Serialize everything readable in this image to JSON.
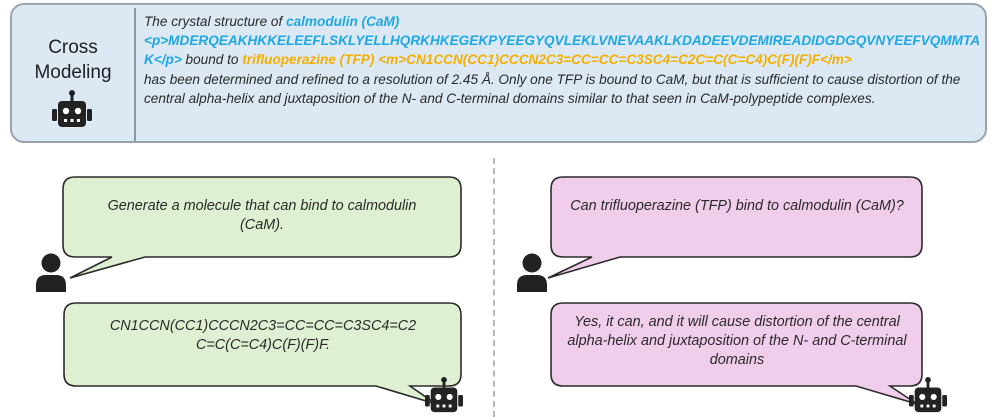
{
  "top_panel": {
    "label_line1": "Cross",
    "label_line2": "Modeling",
    "text_intro": "The crystal structure of ",
    "protein_name": "calmodulin (CaM)",
    "protein_sequence": "<p>MDERQEAKHKKELEEFLSKLYELLHQRKHKEGEKPYEEGYQVLEKLVNEVAAKLKDADEEVDEMIREADIDGDGQVNYEEFVQMMTAK</p>",
    "text_bound": " bound to ",
    "drug_name": "trifluoperazine (TFP)",
    "drug_smiles": "<m>CN1CCN(CC1)CCCN2C3=CC=CC=C3SC4=C2C=C(C=C4)C(F)(F)F</m>",
    "text_rest": "has been determined and refined to a resolution of 2.45 Å. Only one TFP is bound to CaM, but that is sufficient to cause distortion of the central alpha-helix and juxtaposition of the N- and C-terminal domains similar to that seen in CaM-polypeptide complexes."
  },
  "left_panel": {
    "user_message": "Generate a molecule that can bind to calmodulin (CaM).",
    "bot_message": "CN1CCN(CC1)CCCN2C3=CC=CC=C3SC4=C2 C=C(C=C4)C(F)(F)F."
  },
  "right_panel": {
    "user_message": "Can trifluoperazine (TFP) bind to calmodulin (CaM)?",
    "bot_message": "Yes, it can, and it will cause distortion of the central alpha-helix and juxtaposition of the N- and C-terminal domains"
  },
  "colors": {
    "top_panel_bg": "#dce8f4",
    "left_bubble_fill": "#dff0d2",
    "right_bubble_fill": "#f0cdea",
    "highlight_blue": "#1fa8e2",
    "highlight_yellow": "#f4b000"
  },
  "icons": {
    "user": "person-icon",
    "assistant": "robot-icon"
  }
}
